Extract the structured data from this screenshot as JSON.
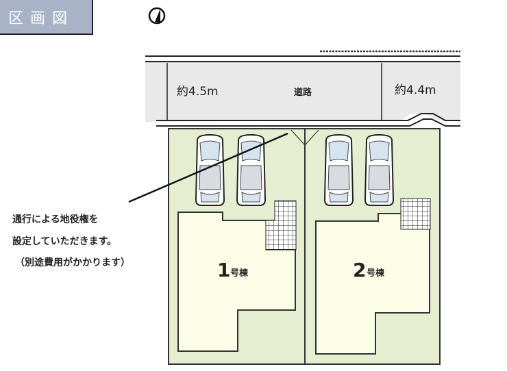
{
  "title": "区画図",
  "road": {
    "label": "道路",
    "width_left": "約4.5m",
    "width_right": "約4.4m"
  },
  "lots": [
    {
      "label_num": "1",
      "label_suffix": "号棟"
    },
    {
      "label_num": "2",
      "label_suffix": "号棟"
    }
  ],
  "note": {
    "line1": "通行による地役権を",
    "line2": "設定していただきます。",
    "line3": "（別途費用がかかります）"
  },
  "colors": {
    "lot": "#e6eed2",
    "building": "#fcfde6",
    "road": "#e9e9e9",
    "title_bg": "#a9b3c7"
  }
}
